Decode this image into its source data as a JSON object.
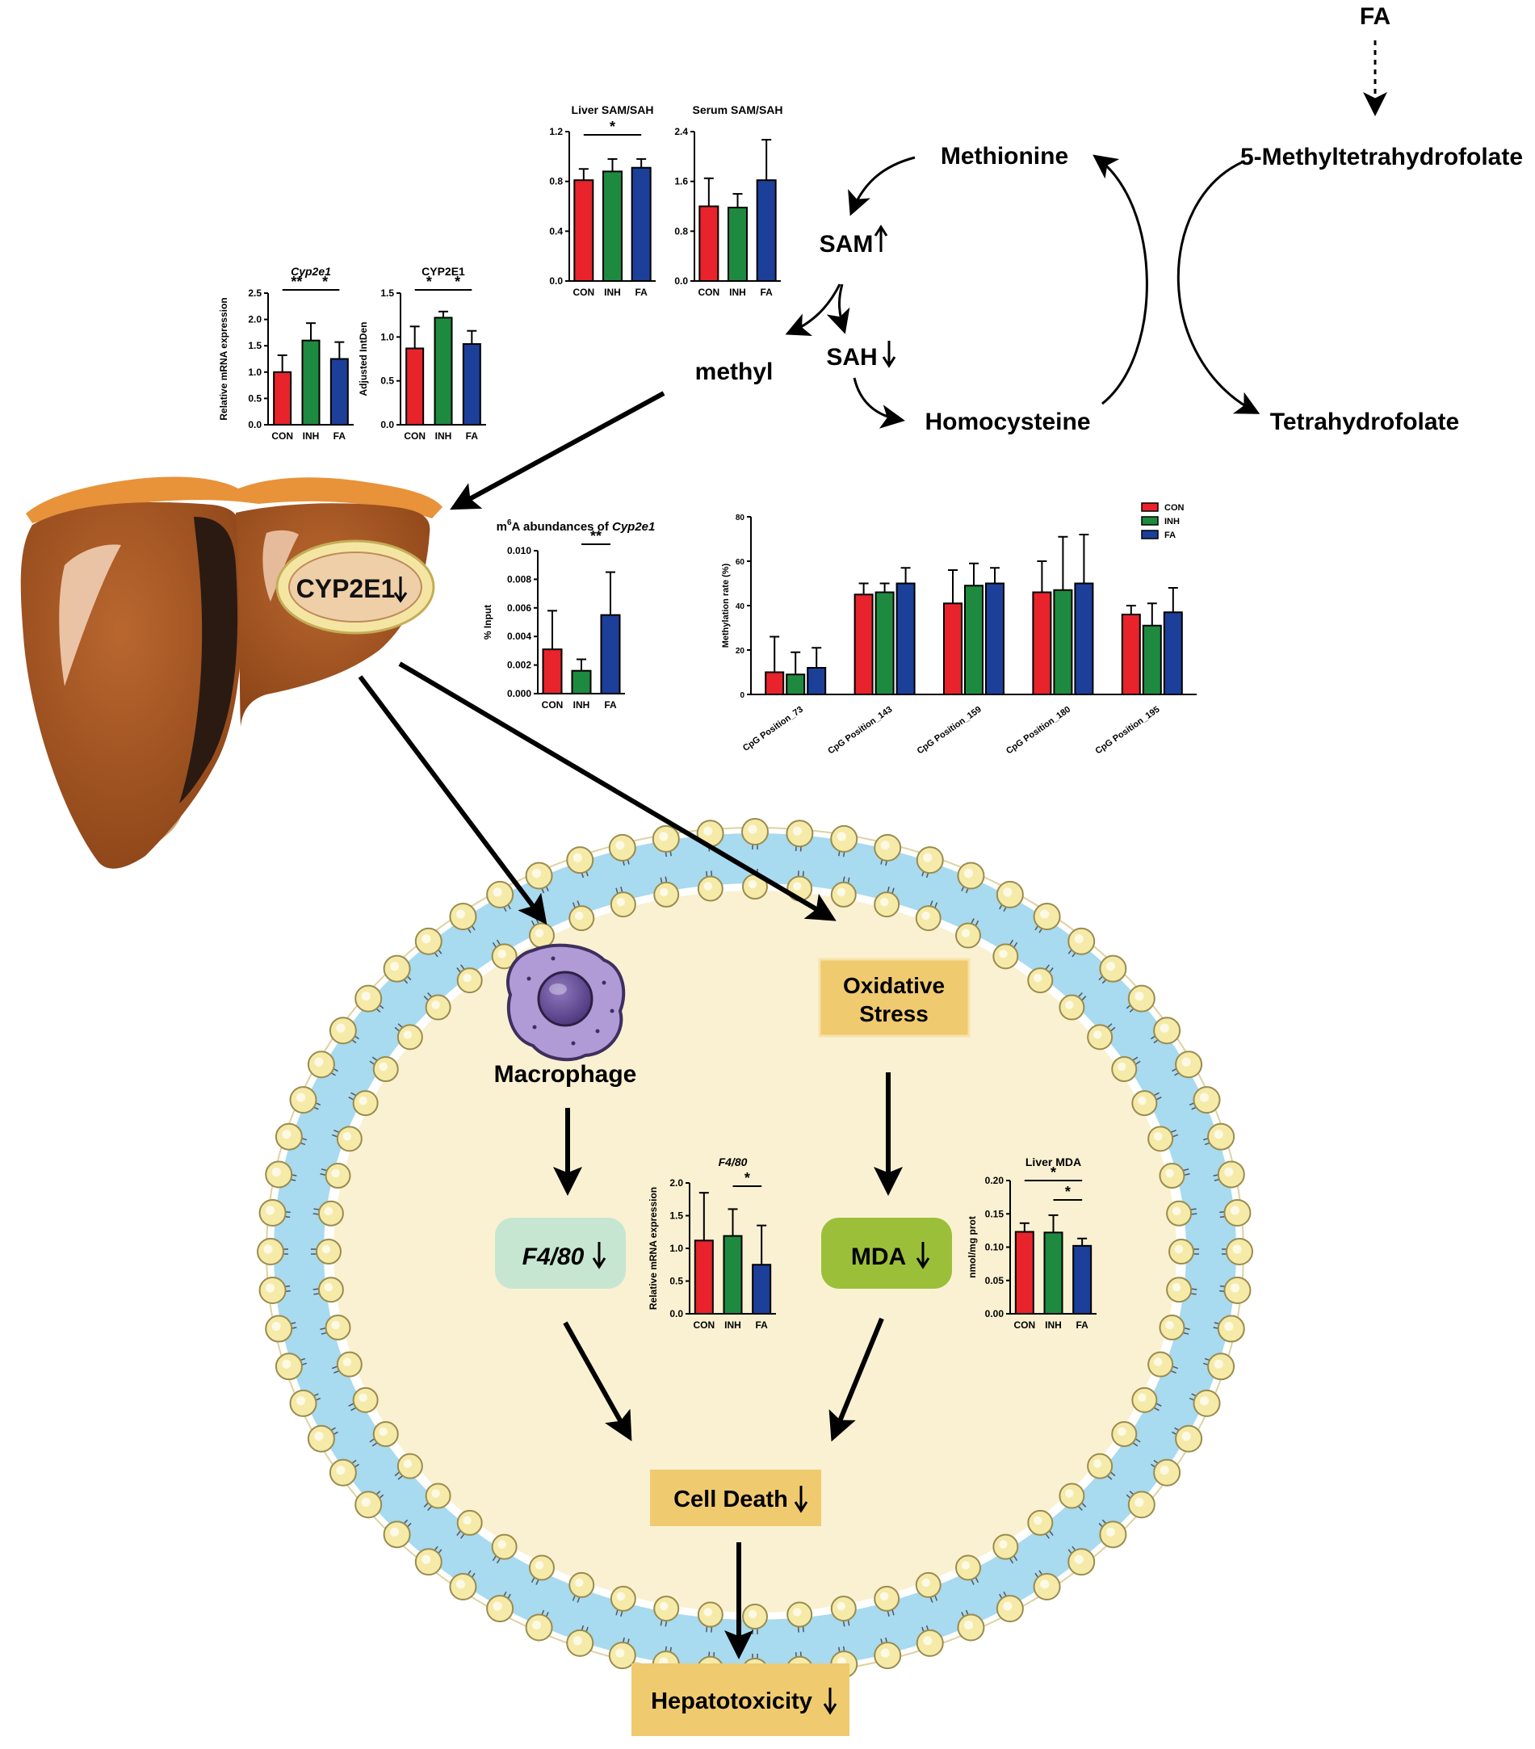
{
  "cycle": {
    "fa": "FA",
    "mthf": "5-Methyltetrahydrofolate",
    "methionine": "Methionine",
    "sam": "SAM",
    "sah": "SAH",
    "methyl": "methyl",
    "homocysteine": "Homocysteine",
    "thf": "Tetrahydrofolate",
    "sam_trend": "up",
    "sah_trend": "down"
  },
  "liver": {
    "label": "CYP2E1",
    "trend": "down"
  },
  "cell": {
    "macrophage": "Macrophage",
    "oxidative_stress_line1": "Oxidative",
    "oxidative_stress_line2": "Stress",
    "f480": "F4/80",
    "mda": "MDA",
    "cell_death": "Cell Death",
    "hepatotoxicity": "Hepatotoxicity"
  },
  "colors": {
    "CON": "#e8232b",
    "INH": "#1e8a3f",
    "FA": "#1c3f99",
    "liver": "#a9582a",
    "liver_dark": "#2a1a12",
    "liver_edge": "#e8923a",
    "membrane": "#9fd6ef",
    "lipid_head": "#f6eaa9",
    "cytoplasm": "#faf1d2",
    "box_gold": "#efca6f",
    "box_mint": "#c6e6d2",
    "box_lime": "#9cbf3a",
    "macrophage": "#b09bd6",
    "nucleus": "#6a4f9a"
  },
  "icons": [
    "liver-organ-icon",
    "macrophage-cell-icon",
    "lipid-bilayer-icon",
    "down-arrow-icon",
    "up-arrow-icon"
  ],
  "chart_data": [
    {
      "id": "liver_sam_sah",
      "type": "bar",
      "title": "Liver SAM/SAH",
      "categories": [
        "CON",
        "INH",
        "FA"
      ],
      "values": [
        0.81,
        0.88,
        0.91
      ],
      "errors": [
        0.09,
        0.1,
        0.07
      ],
      "ylim": [
        0,
        1.2
      ],
      "yticks": [
        "0.0",
        "0.4",
        "0.8",
        "1.2"
      ],
      "significance": [
        {
          "from": 0,
          "to": 2,
          "label": "*"
        }
      ]
    },
    {
      "id": "serum_sam_sah",
      "type": "bar",
      "title": "Serum SAM/SAH",
      "categories": [
        "CON",
        "INH",
        "FA"
      ],
      "values": [
        1.2,
        1.18,
        1.62
      ],
      "errors": [
        0.45,
        0.22,
        0.65
      ],
      "ylim": [
        0,
        2.4
      ],
      "yticks": [
        "0.0",
        "0.8",
        "1.6",
        "2.4"
      ],
      "significance": []
    },
    {
      "id": "cyp2e1_mrna",
      "type": "bar",
      "title": "Cyp2e1",
      "ylabel": "Relative mRNA expression",
      "categories": [
        "CON",
        "INH",
        "FA"
      ],
      "values": [
        1.0,
        1.6,
        1.25
      ],
      "errors": [
        0.32,
        0.33,
        0.32
      ],
      "ylim": [
        0,
        2.5
      ],
      "yticks": [
        "0.0",
        "0.5",
        "1.0",
        "1.5",
        "2.0",
        "2.5"
      ],
      "significance": [
        {
          "from": 0,
          "to": 1,
          "label": "**"
        },
        {
          "from": 1,
          "to": 2,
          "label": "*"
        }
      ]
    },
    {
      "id": "cyp2e1_protein",
      "type": "bar",
      "title": "CYP2E1",
      "ylabel": "Adjusted IntDen",
      "categories": [
        "CON",
        "INH",
        "FA"
      ],
      "values": [
        0.87,
        1.22,
        0.92
      ],
      "errors": [
        0.25,
        0.07,
        0.15
      ],
      "ylim": [
        0,
        1.5
      ],
      "yticks": [
        "0.0",
        "0.5",
        "1.0",
        "1.5"
      ],
      "significance": [
        {
          "from": 0,
          "to": 1,
          "label": "*"
        },
        {
          "from": 1,
          "to": 2,
          "label": "*"
        }
      ]
    },
    {
      "id": "m6a",
      "type": "bar",
      "title_prefix": "m",
      "title_sup": "6",
      "title_mid": "A abundances of ",
      "title_gene": "Cyp2e1",
      "ylabel": "% Input",
      "categories": [
        "CON",
        "INH",
        "FA"
      ],
      "values": [
        0.0031,
        0.0016,
        0.0055
      ],
      "errors": [
        0.0027,
        0.0008,
        0.003
      ],
      "ylim": [
        0,
        0.01
      ],
      "yticks": [
        "0.000",
        "0.002",
        "0.004",
        "0.006",
        "0.008",
        "0.010"
      ],
      "significance": [
        {
          "from": 1,
          "to": 2,
          "label": "**"
        }
      ]
    },
    {
      "id": "methylation",
      "type": "bar",
      "ylabel": "Methylation rate (%)",
      "categories": [
        "CpG Position_73",
        "CpG Position_143",
        "CpG Position_159",
        "CpG Position_180",
        "CpG Position_195"
      ],
      "series": [
        {
          "name": "CON",
          "values": [
            10,
            45,
            41,
            46,
            36
          ],
          "errors": [
            16,
            5,
            15,
            14,
            4
          ]
        },
        {
          "name": "INH",
          "values": [
            9,
            46,
            49,
            47,
            31
          ],
          "errors": [
            10,
            4,
            10,
            24,
            10
          ]
        },
        {
          "name": "FA",
          "values": [
            12,
            50,
            50,
            50,
            37
          ],
          "errors": [
            9,
            7,
            7,
            22,
            11
          ]
        }
      ],
      "ylim": [
        0,
        80
      ],
      "yticks": [
        "0",
        "20",
        "40",
        "60",
        "80"
      ],
      "legend": "top-right"
    },
    {
      "id": "f480_mrna",
      "type": "bar",
      "title": "F4/80",
      "ylabel": "Relative mRNA expression",
      "categories": [
        "CON",
        "INH",
        "FA"
      ],
      "values": [
        1.12,
        1.19,
        0.75
      ],
      "errors": [
        0.73,
        0.41,
        0.6
      ],
      "ylim": [
        0,
        2.0
      ],
      "yticks": [
        "0.0",
        "0.5",
        "1.0",
        "1.5",
        "2.0"
      ],
      "significance": [
        {
          "from": 1,
          "to": 2,
          "label": "*"
        }
      ]
    },
    {
      "id": "liver_mda",
      "type": "bar",
      "title": "Liver MDA",
      "ylabel": "nmol/mg prot",
      "categories": [
        "CON",
        "INH",
        "FA"
      ],
      "values": [
        0.123,
        0.122,
        0.102
      ],
      "errors": [
        0.013,
        0.026,
        0.011
      ],
      "ylim": [
        0,
        0.2
      ],
      "yticks": [
        "0.00",
        "0.05",
        "0.10",
        "0.15",
        "0.20"
      ],
      "significance": [
        {
          "from": 0,
          "to": 2,
          "label": "*"
        },
        {
          "from": 1,
          "to": 2,
          "label": "*"
        }
      ]
    }
  ]
}
